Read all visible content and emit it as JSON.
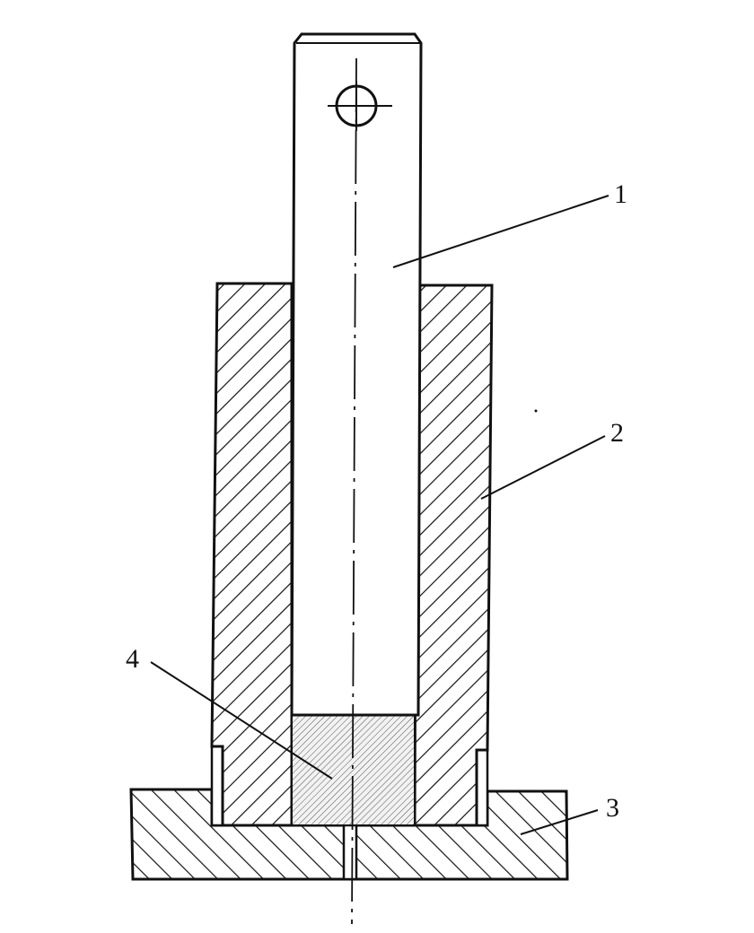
{
  "diagram": {
    "callouts": [
      {
        "id": "punch",
        "label": "1"
      },
      {
        "id": "die",
        "label": "2"
      },
      {
        "id": "base-plate",
        "label": "3"
      },
      {
        "id": "specimen",
        "label": "4"
      }
    ],
    "colors": {
      "line": "#111111",
      "background": "#ffffff"
    }
  }
}
